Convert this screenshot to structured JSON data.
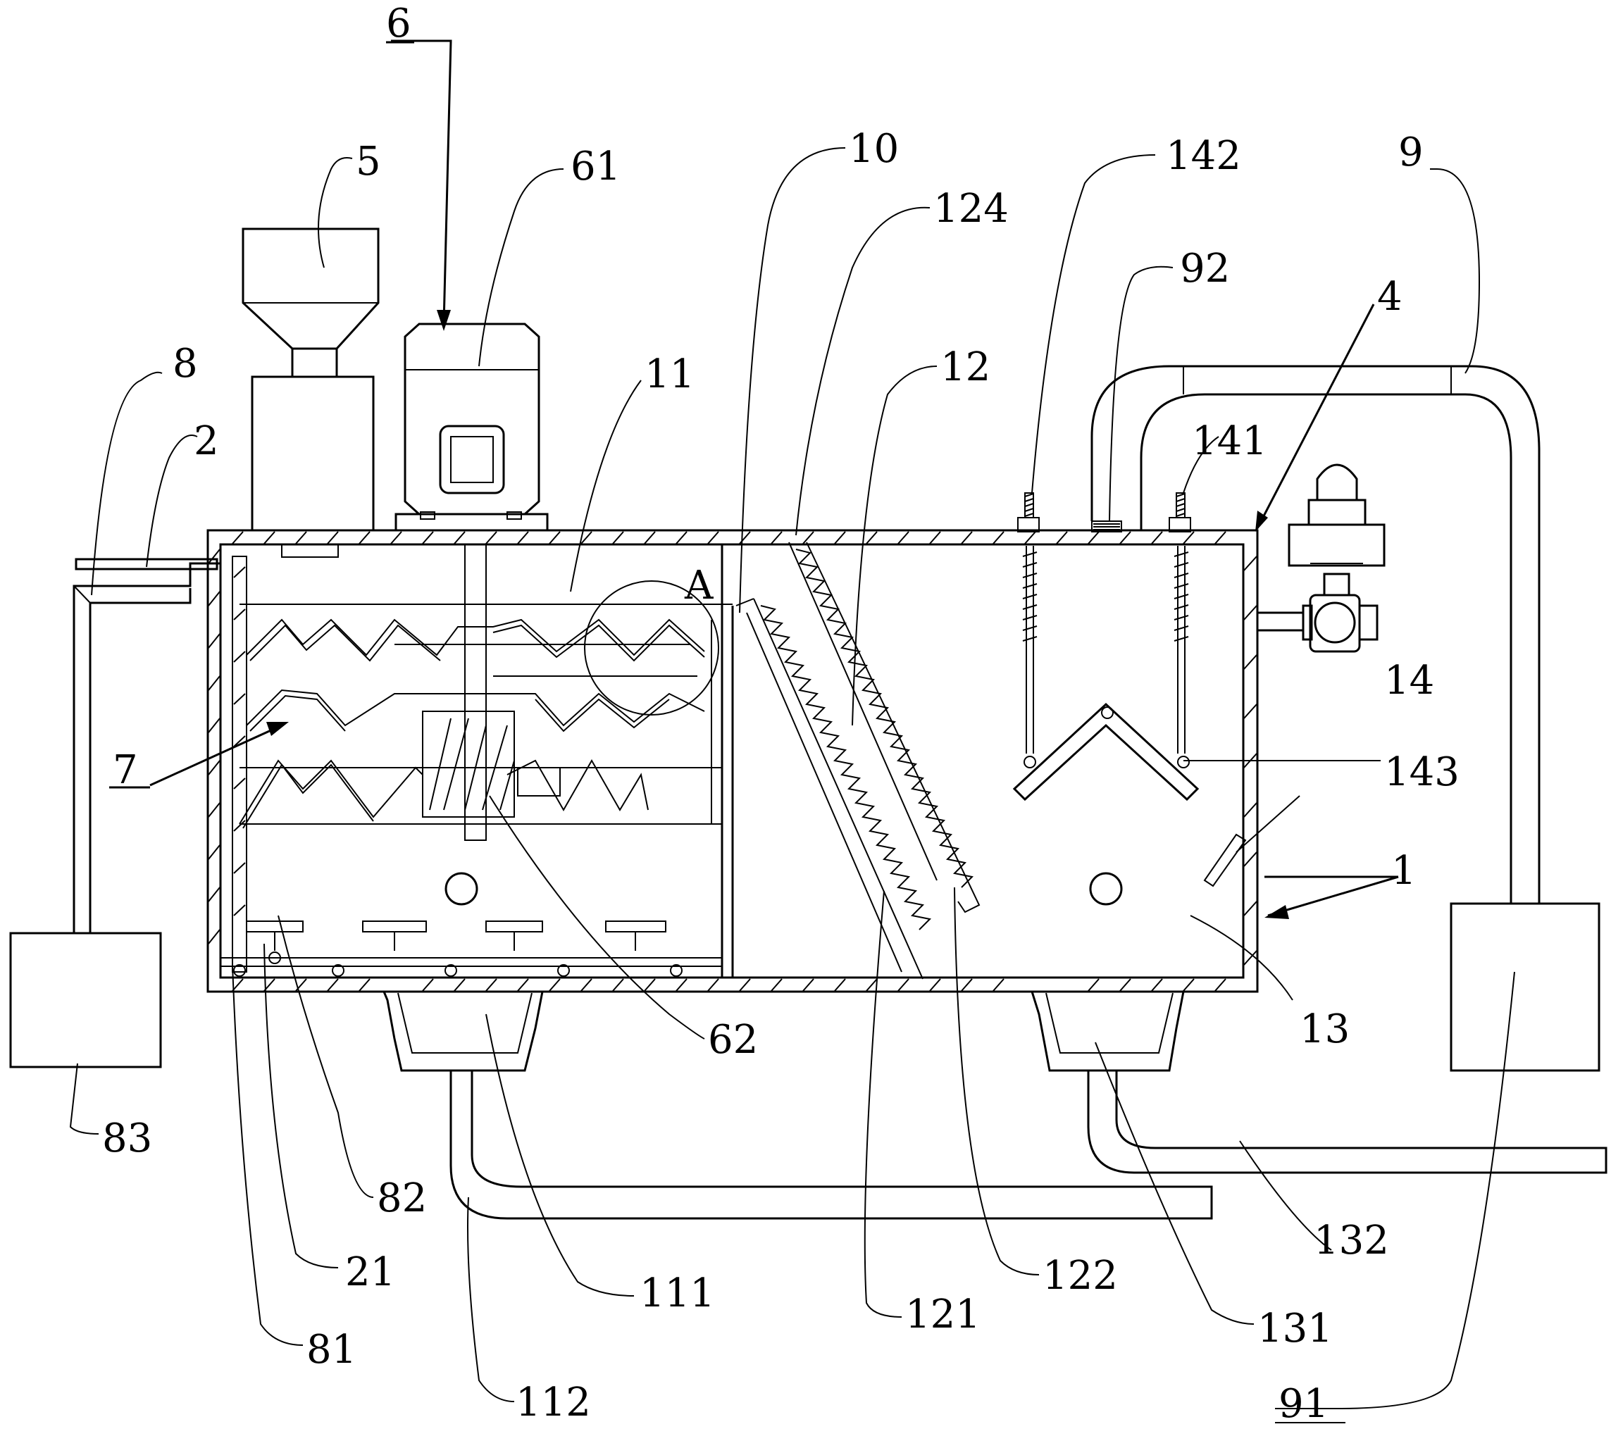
{
  "figure": {
    "labels": {
      "l6": "6",
      "l5": "5",
      "l61": "61",
      "l10": "10",
      "l124": "124",
      "l142": "142",
      "l9": "9",
      "l92": "92",
      "l4": "4",
      "l8": "8",
      "l2": "2",
      "l11": "11",
      "l12": "12",
      "l141": "141",
      "lA": "A",
      "l14": "14",
      "l143": "143",
      "l7": "7",
      "l1": "1",
      "l13": "13",
      "l62": "62",
      "l83": "83",
      "l82": "82",
      "l132": "132",
      "l21": "21",
      "l122": "122",
      "l111": "111",
      "l121": "121",
      "l131": "131",
      "l81": "81",
      "l112": "112",
      "l91": "91"
    }
  }
}
